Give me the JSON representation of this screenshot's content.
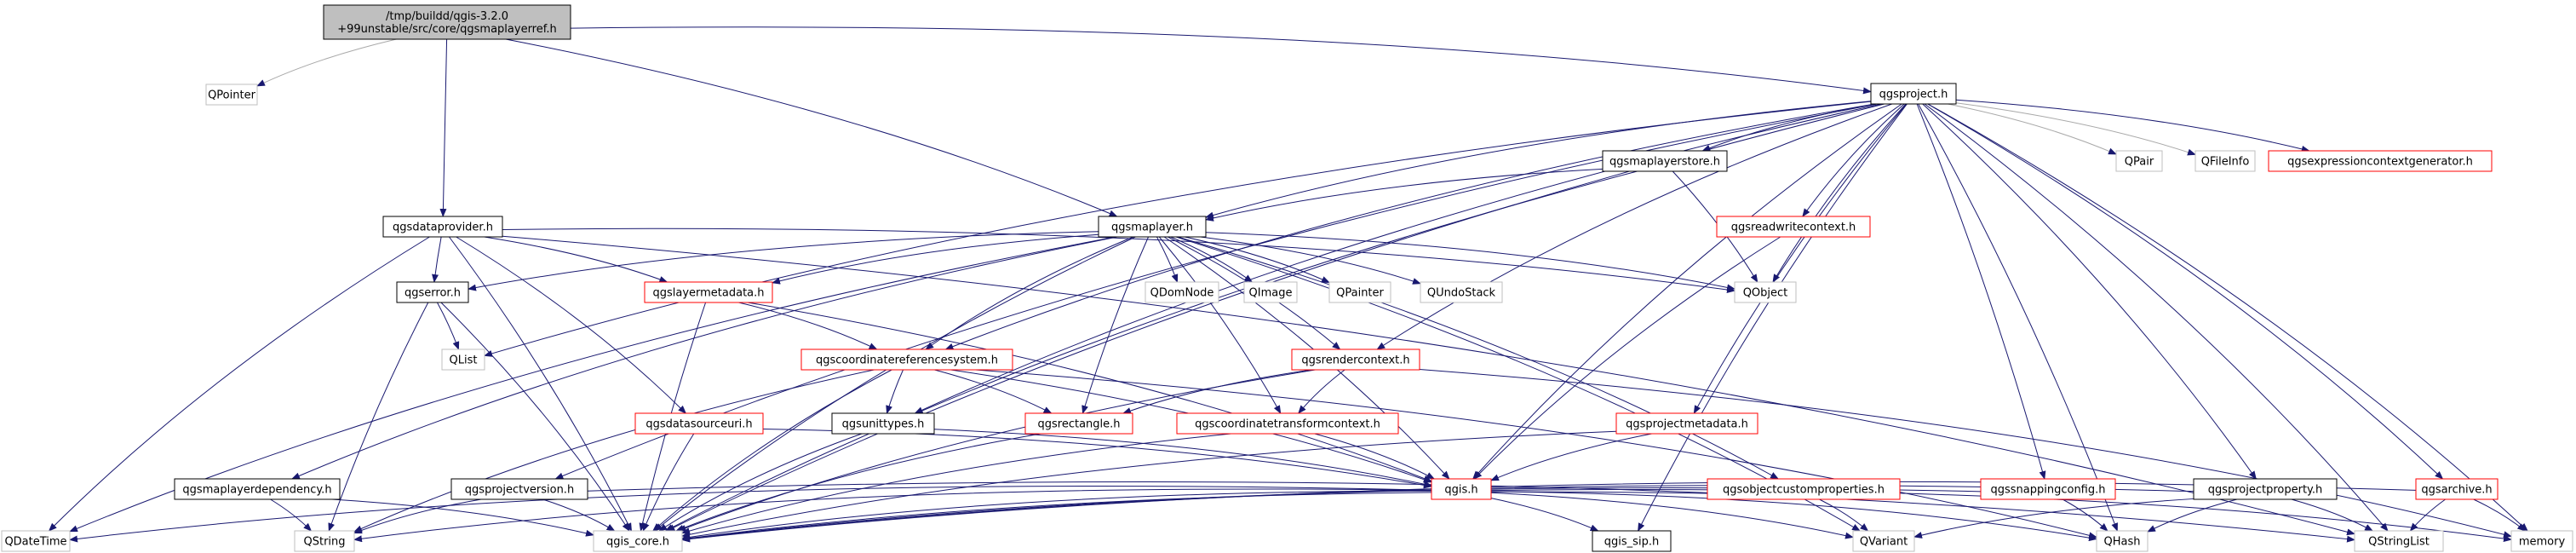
{
  "colors": {
    "edge": "#191970",
    "edge_dim": "#a9a9a9",
    "box_black": "#000000",
    "box_red": "#ff0000",
    "box_grey": "#bfbfbf",
    "root_fill": "#bfbfbf"
  },
  "nodes": [
    {
      "id": "root",
      "lines": [
        "/tmp/buildd/qgis-3.2.0",
        "+99unstable/src/core/qgsmaplayerref.h"
      ],
      "kind": "root"
    },
    {
      "id": "qpointer",
      "lines": [
        "QPointer"
      ],
      "kind": "grey"
    },
    {
      "id": "qgsproject",
      "lines": [
        "qgsproject.h"
      ],
      "kind": "black"
    },
    {
      "id": "qgsdataprovider",
      "lines": [
        "qgsdataprovider.h"
      ],
      "kind": "black"
    },
    {
      "id": "qgsmaplayer",
      "lines": [
        "qgsmaplayer.h"
      ],
      "kind": "black"
    },
    {
      "id": "qgsmaplayerstore",
      "lines": [
        "qgsmaplayerstore.h"
      ],
      "kind": "black"
    },
    {
      "id": "qpair",
      "lines": [
        "QPair"
      ],
      "kind": "grey"
    },
    {
      "id": "qfileinfo",
      "lines": [
        "QFileInfo"
      ],
      "kind": "grey"
    },
    {
      "id": "qgsexprctxgen",
      "lines": [
        "qgsexpressioncontextgenerator.h"
      ],
      "kind": "red"
    },
    {
      "id": "qgsreadwritecontext",
      "lines": [
        "qgsreadwritecontext.h"
      ],
      "kind": "red"
    },
    {
      "id": "qgserror",
      "lines": [
        "qgserror.h"
      ],
      "kind": "black"
    },
    {
      "id": "qlist",
      "lines": [
        "QList"
      ],
      "kind": "grey"
    },
    {
      "id": "qgslayermetadata",
      "lines": [
        "qgslayermetadata.h"
      ],
      "kind": "red"
    },
    {
      "id": "qdomnode",
      "lines": [
        "QDomNode"
      ],
      "kind": "grey"
    },
    {
      "id": "qimage",
      "lines": [
        "QImage"
      ],
      "kind": "grey"
    },
    {
      "id": "qpainter",
      "lines": [
        "QPainter"
      ],
      "kind": "grey"
    },
    {
      "id": "qundostack",
      "lines": [
        "QUndoStack"
      ],
      "kind": "grey"
    },
    {
      "id": "qobject",
      "lines": [
        "QObject"
      ],
      "kind": "grey"
    },
    {
      "id": "qgscrs",
      "lines": [
        "qgscoordinatereferencesystem.h"
      ],
      "kind": "red"
    },
    {
      "id": "qgsrendercontext",
      "lines": [
        "qgsrendercontext.h"
      ],
      "kind": "red"
    },
    {
      "id": "qgsdatasourceuri",
      "lines": [
        "qgsdatasourceuri.h"
      ],
      "kind": "red"
    },
    {
      "id": "qgsunittypes",
      "lines": [
        "qgsunittypes.h"
      ],
      "kind": "black"
    },
    {
      "id": "qgsrectangle",
      "lines": [
        "qgsrectangle.h"
      ],
      "kind": "red"
    },
    {
      "id": "qgsctc",
      "lines": [
        "qgscoordinatetransformcontext.h"
      ],
      "kind": "red"
    },
    {
      "id": "qgsprojectmetadata",
      "lines": [
        "qgsprojectmetadata.h"
      ],
      "kind": "red"
    },
    {
      "id": "qgis",
      "lines": [
        "qgis.h"
      ],
      "kind": "red"
    },
    {
      "id": "qgsmaplayerdependency",
      "lines": [
        "qgsmaplayerdependency.h"
      ],
      "kind": "black"
    },
    {
      "id": "qgsprojectversion",
      "lines": [
        "qgsprojectversion.h"
      ],
      "kind": "black"
    },
    {
      "id": "qgsobjcustprops",
      "lines": [
        "qgsobjectcustomproperties.h"
      ],
      "kind": "red"
    },
    {
      "id": "qgssnappingconfig",
      "lines": [
        "qgssnappingconfig.h"
      ],
      "kind": "red"
    },
    {
      "id": "qgsprojectproperty",
      "lines": [
        "qgsprojectproperty.h"
      ],
      "kind": "black"
    },
    {
      "id": "qgsarchive",
      "lines": [
        "qgsarchive.h"
      ],
      "kind": "red"
    },
    {
      "id": "qdatetime",
      "lines": [
        "QDateTime"
      ],
      "kind": "grey"
    },
    {
      "id": "qstring",
      "lines": [
        "QString"
      ],
      "kind": "grey"
    },
    {
      "id": "qgiscore",
      "lines": [
        "qgis_core.h"
      ],
      "kind": "grey"
    },
    {
      "id": "qgissip",
      "lines": [
        "qgis_sip.h"
      ],
      "kind": "black"
    },
    {
      "id": "qvariant",
      "lines": [
        "QVariant"
      ],
      "kind": "grey"
    },
    {
      "id": "qhash",
      "lines": [
        "QHash"
      ],
      "kind": "grey"
    },
    {
      "id": "qstringlist",
      "lines": [
        "QStringList"
      ],
      "kind": "grey"
    },
    {
      "id": "memory",
      "lines": [
        "memory"
      ],
      "kind": "grey"
    }
  ],
  "edges": [
    [
      "root",
      "qpointer"
    ],
    [
      "root",
      "qgsproject"
    ],
    [
      "root",
      "qgsdataprovider"
    ],
    [
      "root",
      "qgsmaplayer"
    ],
    [
      "qgsproject",
      "qgsmaplayerstore"
    ],
    [
      "qgsproject",
      "qgsmaplayer"
    ],
    [
      "qgsproject",
      "qpair"
    ],
    [
      "qgsproject",
      "qfileinfo"
    ],
    [
      "qgsproject",
      "qgsexprctxgen"
    ],
    [
      "qgsproject",
      "qgsreadwritecontext"
    ],
    [
      "qgsproject",
      "qobject"
    ],
    [
      "qgsproject",
      "qlist"
    ],
    [
      "qgsproject",
      "qgscrs"
    ],
    [
      "qgsproject",
      "qgsrendercontext"
    ],
    [
      "qgsproject",
      "qgsunittypes"
    ],
    [
      "qgsproject",
      "qgsprojectmetadata"
    ],
    [
      "qgsproject",
      "qgis"
    ],
    [
      "qgsproject",
      "qgsprojectversion"
    ],
    [
      "qgsproject",
      "qgssnappingconfig"
    ],
    [
      "qgsproject",
      "qgsprojectproperty"
    ],
    [
      "qgsproject",
      "qgsarchive"
    ],
    [
      "qgsproject",
      "qgiscore"
    ],
    [
      "qgsproject",
      "qgissip"
    ],
    [
      "qgsproject",
      "qhash"
    ],
    [
      "qgsproject",
      "qstringlist"
    ],
    [
      "qgsproject",
      "memory"
    ],
    [
      "qgsmaplayerstore",
      "qgsmaplayer"
    ],
    [
      "qgsmaplayerstore",
      "qobject"
    ],
    [
      "qgsmaplayerstore",
      "qgiscore"
    ],
    [
      "qgsdataprovider",
      "qgserror"
    ],
    [
      "qgsdataprovider",
      "qgslayermetadata"
    ],
    [
      "qgsdataprovider",
      "qgsdatasourceuri"
    ],
    [
      "qgsdataprovider",
      "qobject"
    ],
    [
      "qgsdataprovider",
      "qdatetime"
    ],
    [
      "qgsdataprovider",
      "qgiscore"
    ],
    [
      "qgsdataprovider",
      "qstringlist"
    ],
    [
      "qgsmaplayer",
      "qgserror"
    ],
    [
      "qgsmaplayer",
      "qgslayermetadata"
    ],
    [
      "qgsmaplayer",
      "qdomnode"
    ],
    [
      "qgsmaplayer",
      "qimage"
    ],
    [
      "qgsmaplayer",
      "qpainter"
    ],
    [
      "qgsmaplayer",
      "qundostack"
    ],
    [
      "qgsmaplayer",
      "qobject"
    ],
    [
      "qgsmaplayer",
      "qgscrs"
    ],
    [
      "qgsmaplayer",
      "qgsrendercontext"
    ],
    [
      "qgsmaplayer",
      "qgsrectangle"
    ],
    [
      "qgsmaplayer",
      "qgsctc"
    ],
    [
      "qgsmaplayer",
      "qgis"
    ],
    [
      "qgsmaplayer",
      "qgsmaplayerdependency"
    ],
    [
      "qgsmaplayer",
      "qgsobjcustprops"
    ],
    [
      "qgsmaplayer",
      "qgiscore"
    ],
    [
      "qgsmaplayer",
      "qdatetime"
    ],
    [
      "qgsmaplayer",
      "qvariant"
    ],
    [
      "qgsreadwritecontext",
      "qgis"
    ],
    [
      "qgserror",
      "qlist"
    ],
    [
      "qgserror",
      "qstring"
    ],
    [
      "qgserror",
      "qgiscore"
    ],
    [
      "qgslayermetadata",
      "qgscrs"
    ],
    [
      "qgslayermetadata",
      "qgis"
    ],
    [
      "qgslayermetadata",
      "qgiscore"
    ],
    [
      "qgscrs",
      "qgsunittypes"
    ],
    [
      "qgscrs",
      "qgsrectangle"
    ],
    [
      "qgscrs",
      "qgis"
    ],
    [
      "qgscrs",
      "qgiscore"
    ],
    [
      "qgscrs",
      "qstring"
    ],
    [
      "qgscrs",
      "qhash"
    ],
    [
      "qgsrendercontext",
      "qgsrectangle"
    ],
    [
      "qgsrendercontext",
      "qgsctc"
    ],
    [
      "qgsrendercontext",
      "qgiscore"
    ],
    [
      "qgsrendercontext",
      "memory"
    ],
    [
      "qgsdatasourceuri",
      "qgis"
    ],
    [
      "qgsdatasourceuri",
      "qgiscore"
    ],
    [
      "qgsunittypes",
      "qgis"
    ],
    [
      "qgsunittypes",
      "qgiscore"
    ],
    [
      "qgsrectangle",
      "qgiscore"
    ],
    [
      "qgsctc",
      "qgis"
    ],
    [
      "qgsctc",
      "qgiscore"
    ],
    [
      "qgsprojectmetadata",
      "qgis"
    ],
    [
      "qgsprojectmetadata",
      "qgiscore"
    ],
    [
      "qgis",
      "qgiscore"
    ],
    [
      "qgis",
      "qgissip"
    ],
    [
      "qgis",
      "qvariant"
    ],
    [
      "qgis",
      "qdatetime"
    ],
    [
      "qgis",
      "qstring"
    ],
    [
      "qgis",
      "qhash"
    ],
    [
      "qgis",
      "memory"
    ],
    [
      "qgsmaplayerdependency",
      "qstring"
    ],
    [
      "qgsmaplayerdependency",
      "qgiscore"
    ],
    [
      "qgsprojectversion",
      "qstring"
    ],
    [
      "qgsprojectversion",
      "qgiscore"
    ],
    [
      "qgsprojectversion",
      "qstringlist"
    ],
    [
      "qgsobjcustprops",
      "qvariant"
    ],
    [
      "qgsobjcustprops",
      "qgiscore"
    ],
    [
      "qgssnappingconfig",
      "qhash"
    ],
    [
      "qgssnappingconfig",
      "qgiscore"
    ],
    [
      "qgsprojectproperty",
      "qhash"
    ],
    [
      "qgsprojectproperty",
      "qvariant"
    ],
    [
      "qgsprojectproperty",
      "qstringlist"
    ],
    [
      "qgsprojectproperty",
      "qgiscore"
    ],
    [
      "qgsarchive",
      "qstringlist"
    ],
    [
      "qgsarchive",
      "memory"
    ],
    [
      "qgsarchive",
      "qgiscore"
    ]
  ]
}
